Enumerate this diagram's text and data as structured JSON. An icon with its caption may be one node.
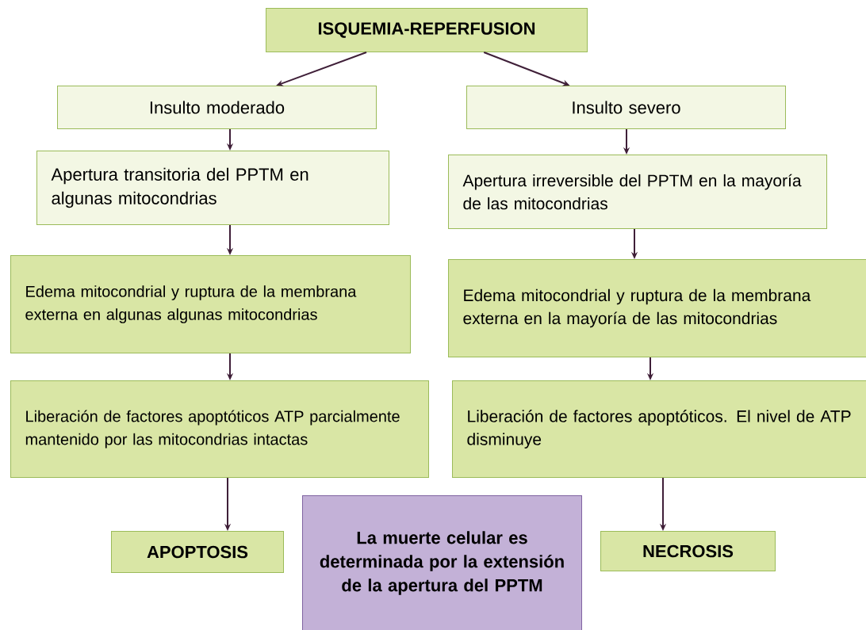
{
  "diagram": {
    "nodes": [
      {
        "text": [
          "ISQUEMIA-REPERFUSION"
        ]
      },
      {
        "text": [
          "Insulto moderado"
        ]
      },
      {
        "text": [
          "Insulto severo"
        ]
      },
      {
        "text": [
          "Apertura transitoria del PPTM en algunas mitocondrias"
        ]
      },
      {
        "text": [
          "Apertura irreversible del PPTM en la mayoría de las mitocondrias"
        ]
      },
      {
        "text": [
          "Edema mitocondrial y ruptura de la membrana externa en algunas algunas mitocondrias"
        ]
      },
      {
        "text": [
          "Edema mitocondrial y ruptura de la membrana externa en la mayoría de las mitocondrias"
        ]
      },
      {
        "text": [
          "Liberación de factores apoptóticos ATP parcialmente mantenido por las mitocondrias intactas"
        ]
      },
      {
        "text": [
          "Liberación de factores apoptóticos. El nivel de ATP disminuye"
        ]
      },
      {
        "text": [
          "APOPTOSIS"
        ]
      },
      {
        "text": [
          "La muerte celular es determinada por la extensión de la apertura del PPTM"
        ]
      },
      {
        "text": [
          "NECROSIS"
        ]
      }
    ],
    "edges": [
      {
        "from": 0,
        "to": 1,
        "arrow": "to"
      },
      {
        "from": 0,
        "to": 2,
        "arrow": "to"
      },
      {
        "from": 1,
        "to": 3,
        "arrow": "to"
      },
      {
        "from": 2,
        "to": 4,
        "arrow": "to"
      },
      {
        "from": 3,
        "to": 5,
        "arrow": "to"
      },
      {
        "from": 4,
        "to": 6,
        "arrow": "to"
      },
      {
        "from": 5,
        "to": 7,
        "arrow": "to"
      },
      {
        "from": 6,
        "to": 8,
        "arrow": "to"
      },
      {
        "from": 7,
        "to": 9,
        "arrow": "to"
      },
      {
        "from": 8,
        "to": 11,
        "arrow": "to"
      }
    ]
  }
}
